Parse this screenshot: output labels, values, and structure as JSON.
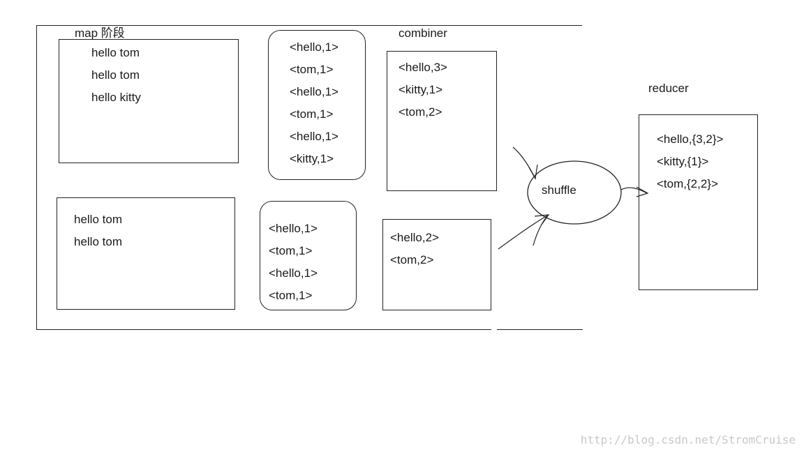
{
  "stages": {
    "map_label": "map 阶段",
    "combiner_label": "combiner",
    "reducer_label": "reducer",
    "shuffle_label": "shuffle"
  },
  "map_inputs": [
    [
      "hello  tom",
      "hello  tom",
      "hello kitty"
    ],
    [
      "hello tom",
      "hello tom"
    ]
  ],
  "map_outputs": [
    [
      "<hello,1>",
      "<tom,1>",
      "<hello,1>",
      "<tom,1>",
      "<hello,1>",
      "<kitty,1>"
    ],
    [
      "<hello,1>",
      "<tom,1>",
      "<hello,1>",
      "<tom,1>"
    ]
  ],
  "combiner_outputs": [
    [
      "<hello,3>",
      "<kitty,1>",
      "<tom,2>"
    ],
    [
      "<hello,2>",
      "<tom,2>"
    ]
  ],
  "reducer_output": [
    "<hello,{3,2}>",
    "<kitty,{1}>",
    "<tom,{2,2}>"
  ],
  "watermark": "http://blog.csdn.net/StromCruise"
}
